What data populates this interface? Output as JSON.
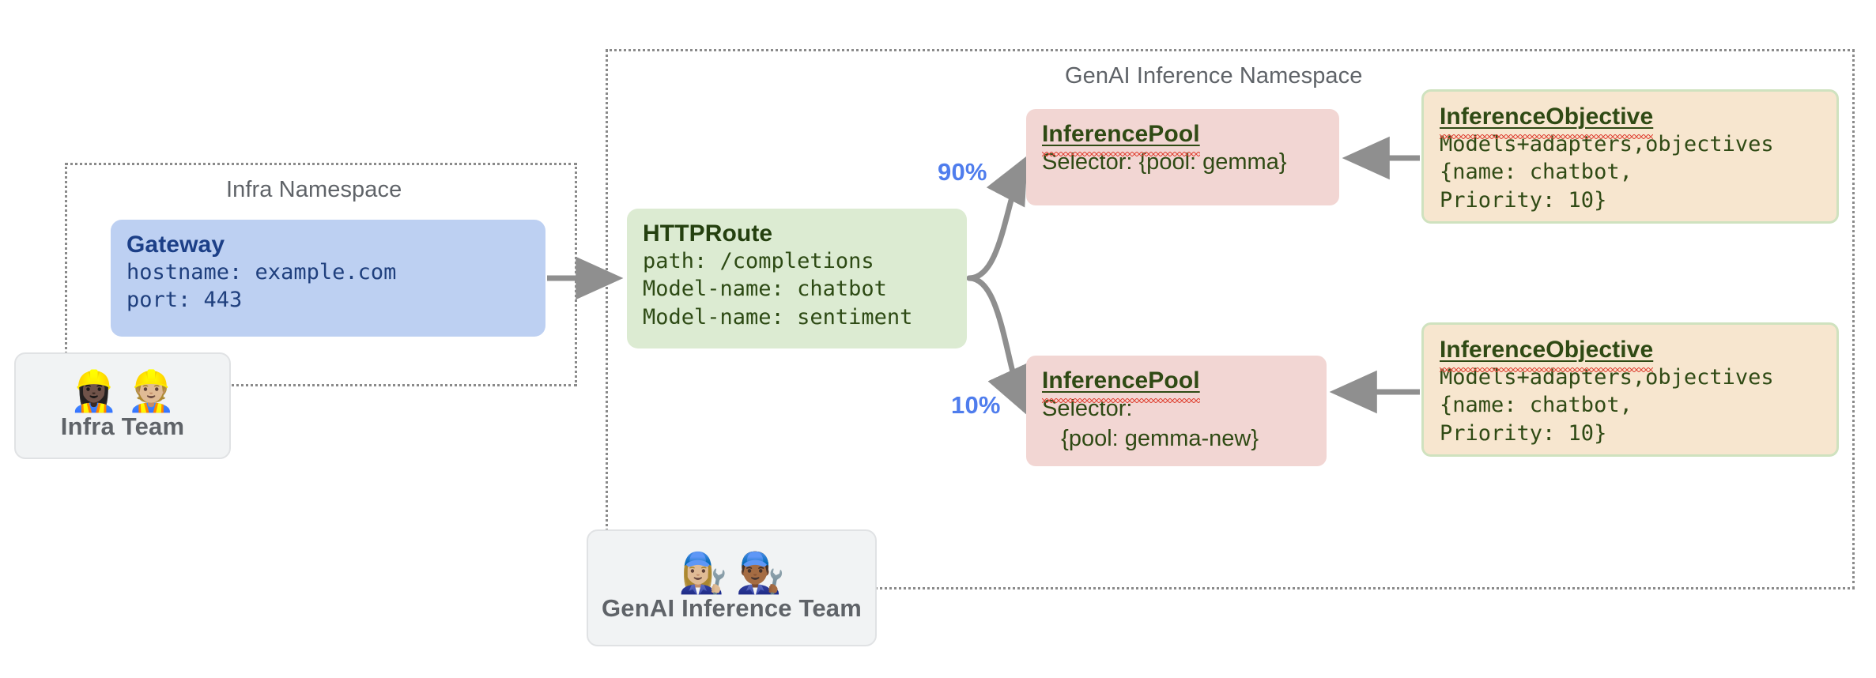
{
  "diagram": {
    "title": "Gateway API Inference Extension topology",
    "colors": {
      "gateway_fill": "#bdd0f2",
      "gateway_text": "#1c3f87",
      "httproute_fill": "#dcebd2",
      "httproute_text": "#24400f",
      "pool_fill": "#f2d6d3",
      "objective_fill": "#f7e6cf",
      "objective_border": "#cfe2bf",
      "resource_text": "#2f4a14",
      "percent_label": "#4f7ded",
      "namespace_border": "#8a8a8a",
      "team_chip_fill": "#f1f3f4",
      "arrow": "#8f8f8f",
      "spellcheck_underline": "#e04b3c"
    }
  },
  "namespaces": [
    {
      "id": "infra",
      "label": "Infra Namespace"
    },
    {
      "id": "genai",
      "label": "GenAI Inference Namespace"
    }
  ],
  "teams": [
    {
      "id": "infra-team",
      "emojis": "👷🏿‍♀️👷🏼",
      "label": "Infra Team"
    },
    {
      "id": "genai-team",
      "emojis": "👩🏼‍🔧👨🏾‍🔧",
      "label": "GenAI Inference Team"
    }
  ],
  "resources": {
    "gateway": {
      "kind": "Gateway",
      "lines": [
        "hostname: example.com",
        "port: 443"
      ]
    },
    "httproute": {
      "kind": "HTTPRoute",
      "lines": [
        "path: /completions",
        "Model-name: chatbot",
        "Model-name: sentiment"
      ]
    },
    "pools": [
      {
        "kind": "InferencePool",
        "lines": [
          "Selector: {pool: gemma}"
        ]
      },
      {
        "kind": "InferencePool",
        "lines": [
          "Selector:",
          "   {pool: gemma-new}"
        ]
      }
    ],
    "objectives": [
      {
        "kind": "InferenceObjective",
        "lines": [
          "Models+adapters,objectives",
          "{name: chatbot,",
          "Priority: 10}"
        ]
      },
      {
        "kind": "InferenceObjective",
        "lines": [
          "Models+adapters,objectives",
          "{name: chatbot,",
          "Priority: 10}"
        ]
      }
    ]
  },
  "edges": [
    {
      "id": "gateway-to-httproute",
      "label": ""
    },
    {
      "id": "httproute-to-pool-1",
      "label": "90%"
    },
    {
      "id": "httproute-to-pool-2",
      "label": "10%"
    },
    {
      "id": "objective-1-to-pool-1",
      "label": ""
    },
    {
      "id": "objective-2-to-pool-2",
      "label": ""
    }
  ]
}
